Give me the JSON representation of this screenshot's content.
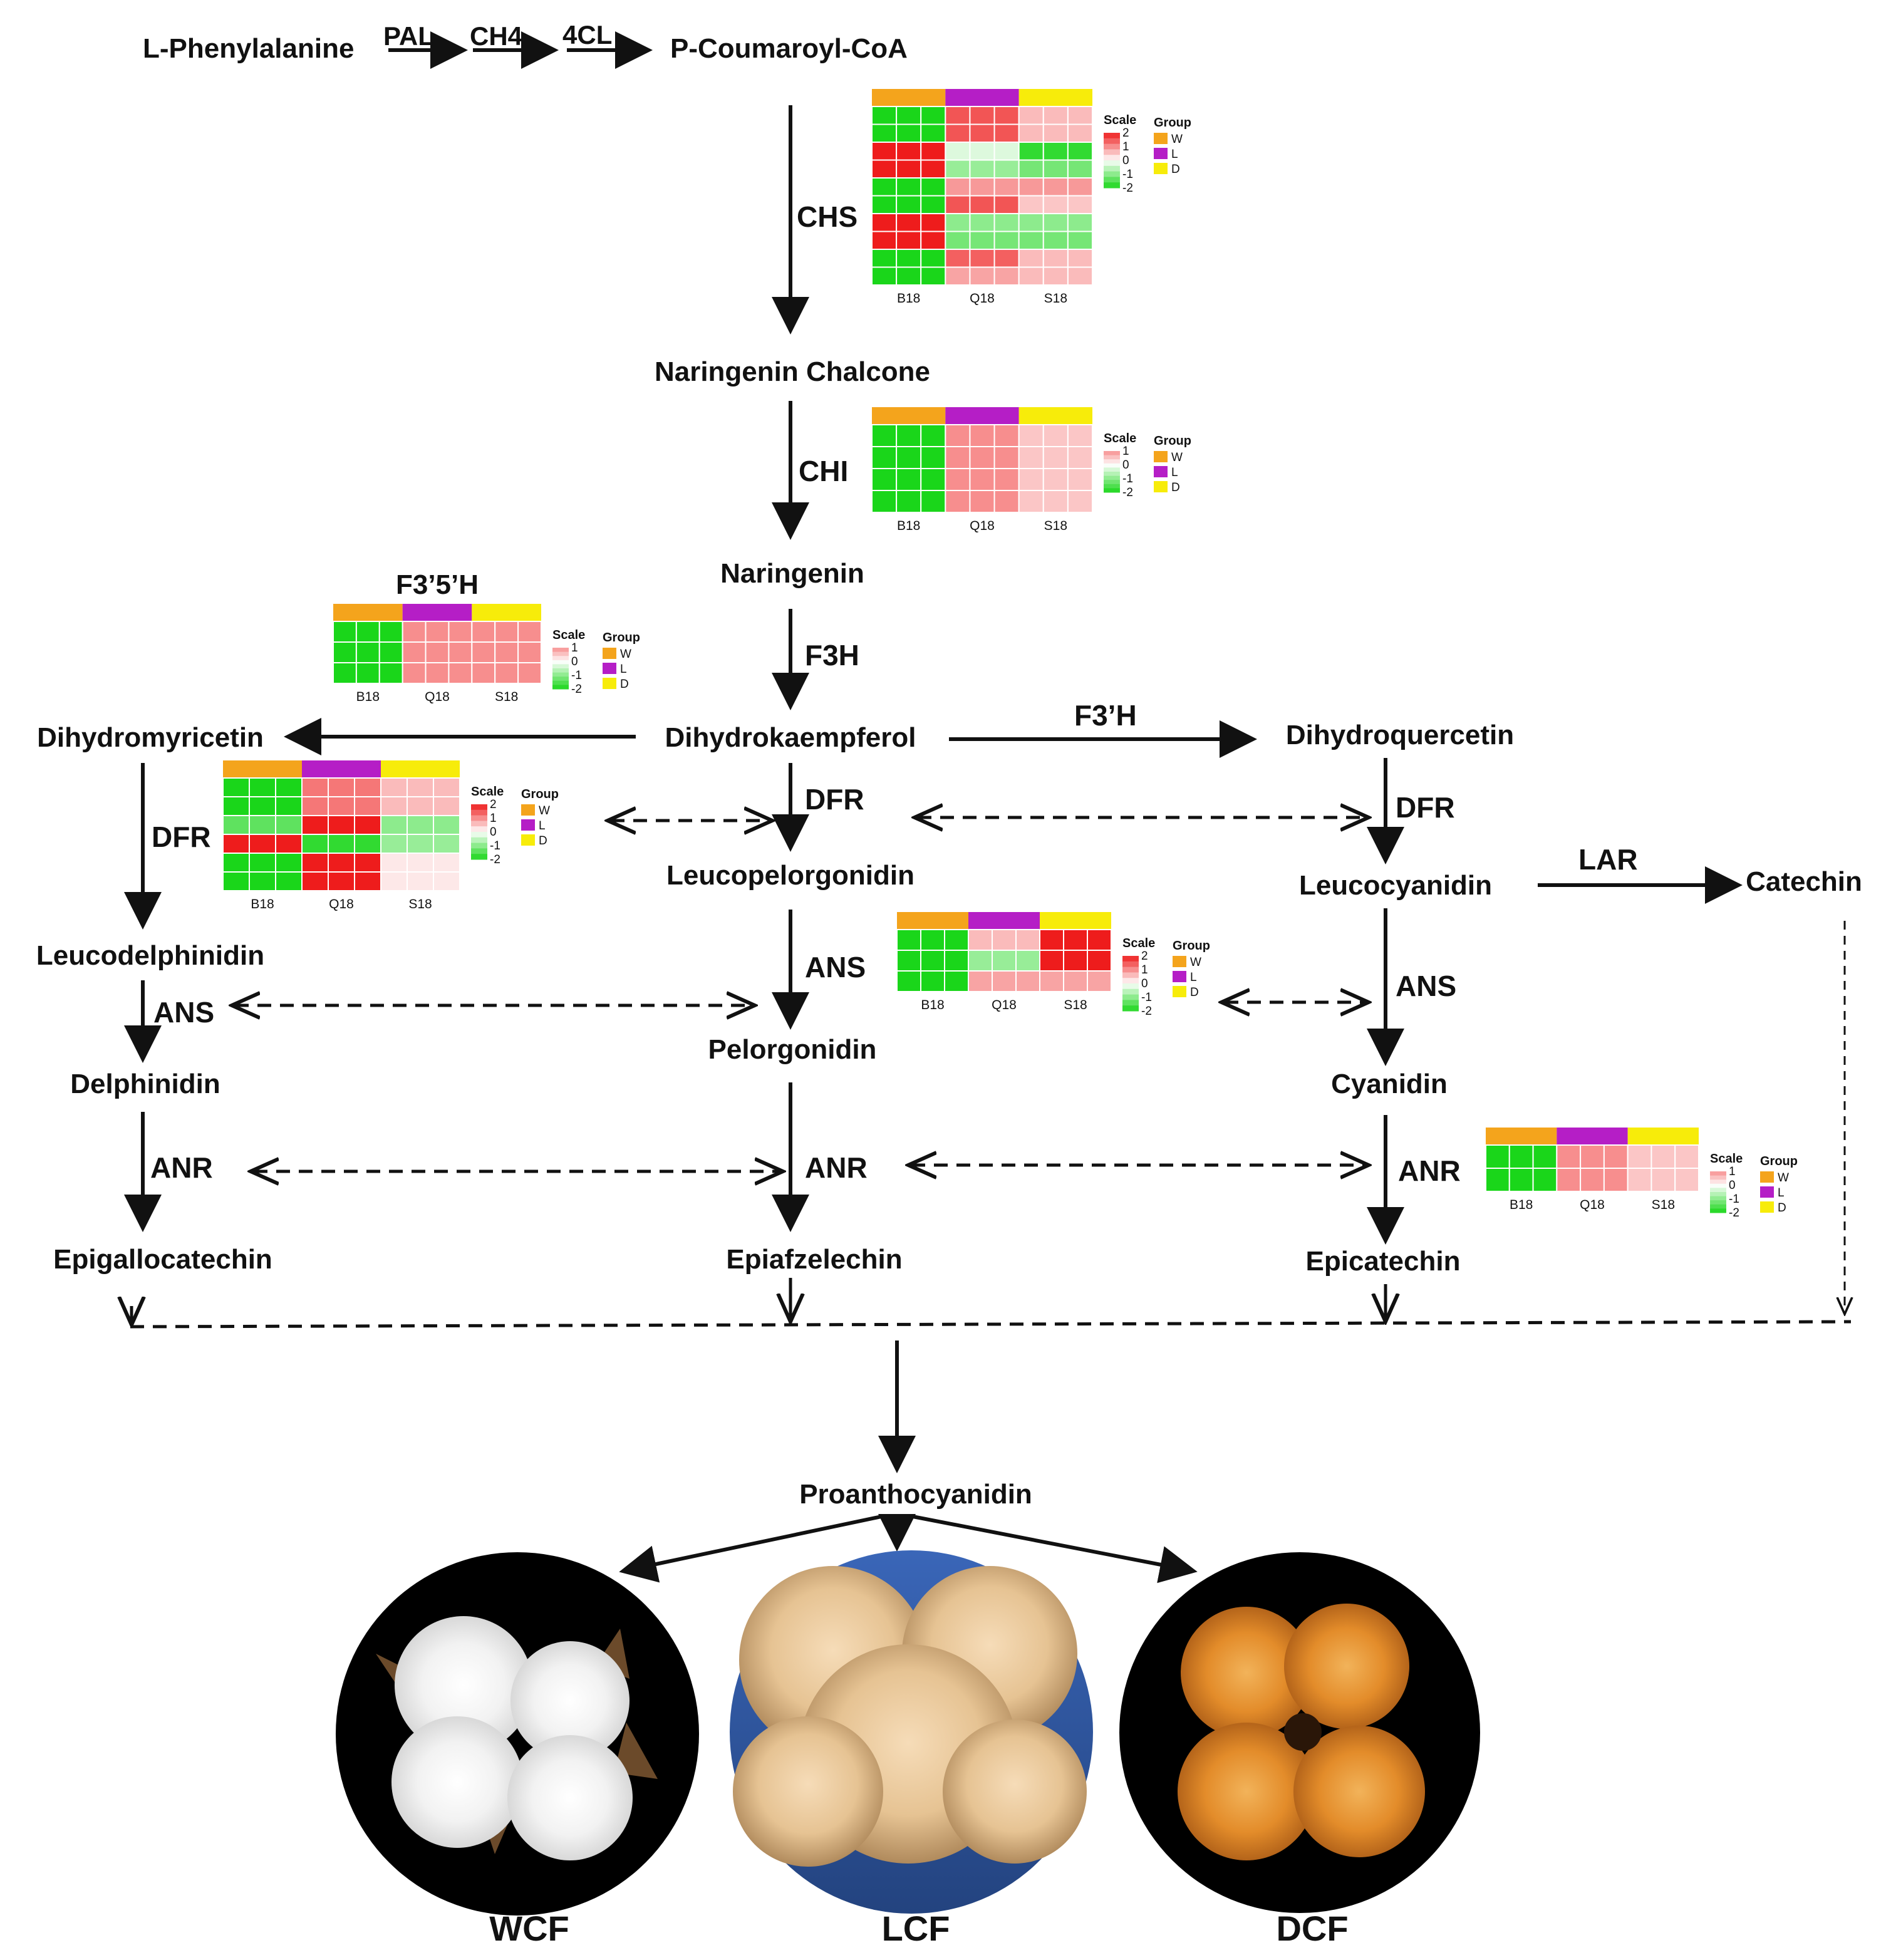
{
  "group_colors": {
    "W": "#f4a41c",
    "L": "#b51ec6",
    "D": "#f7ec0a"
  },
  "nodes": {
    "l_phenylalanine": "L-Phenylalanine",
    "p_coumaroyl": "P-Coumaroyl-CoA",
    "naringenin_chalcone": "Naringenin Chalcone",
    "naringenin": "Naringenin",
    "dihydrokaempferol": "Dihydrokaempferol",
    "dihydromyricetin": "Dihydromyricetin",
    "dihydroquercetin": "Dihydroquercetin",
    "leucopelorgonidin": "Leucopelorgonidin",
    "leucodelphinidin": "Leucodelphinidin",
    "leucocyanidin": "Leucocyanidin",
    "catechin": "Catechin",
    "pelorgonidin": "Pelorgonidin",
    "delphinidin": "Delphinidin",
    "cyanidin": "Cyanidin",
    "epigallocatechin": "Epigallocatechin",
    "epiafzelechin": "Epiafzelechin",
    "epicatechin": "Epicatechin",
    "proanthocyanidin": "Proanthocyanidin"
  },
  "enzymes": {
    "pal": "PAL",
    "ch4": "CH4",
    "cl4": "4CL",
    "chs": "CHS",
    "chi": "CHI",
    "f3h": "F3H",
    "f3prime_h": "F3’H",
    "dfr": "DFR",
    "ans": "ANS",
    "anr": "ANR",
    "lar": "LAR"
  },
  "fibers": {
    "wcf": "WCF",
    "lcf": "LCF",
    "dcf": "DCF"
  },
  "heatmap_labels": {
    "scale": "Scale",
    "group": "Group",
    "group_items": [
      "W",
      "L",
      "D"
    ],
    "samples": [
      "B18",
      "Q18",
      "S18"
    ]
  },
  "heatmaps": [
    {
      "id": "chs",
      "title": "",
      "scale_ticks": [
        "2",
        "1",
        "0",
        "-1",
        "-2"
      ],
      "values": [
        [
          -2,
          -2,
          -2,
          1.5,
          1.5,
          1.5,
          0.6,
          0.6,
          0.6
        ],
        [
          -2,
          -2,
          -2,
          1.5,
          1.5,
          1.5,
          0.6,
          0.6,
          0.6
        ],
        [
          2,
          2,
          2,
          -0.3,
          -0.3,
          -0.3,
          -1.8,
          -1.8,
          -1.8
        ],
        [
          2,
          2,
          2,
          -0.9,
          -0.9,
          -0.9,
          -1.2,
          -1.2,
          -1.2
        ],
        [
          -2,
          -2,
          -2,
          0.9,
          0.9,
          0.9,
          0.9,
          0.9,
          0.9
        ],
        [
          -2,
          -2,
          -2,
          1.5,
          1.5,
          1.5,
          0.5,
          0.5,
          0.5
        ],
        [
          2,
          2,
          2,
          -1.0,
          -1.0,
          -1.0,
          -1.0,
          -1.0,
          -1.0
        ],
        [
          2,
          2,
          2,
          -1.2,
          -1.2,
          -1.2,
          -1.2,
          -1.2,
          -1.2
        ],
        [
          -2,
          -2,
          -2,
          1.4,
          1.4,
          1.4,
          0.6,
          0.6,
          0.6
        ],
        [
          -2,
          -2,
          -2,
          0.8,
          0.8,
          0.8,
          0.6,
          0.6,
          0.6
        ]
      ]
    },
    {
      "id": "chi",
      "title": "",
      "scale_ticks": [
        "1",
        "0",
        "-1",
        "-2"
      ],
      "values": [
        [
          -2,
          -2,
          -2,
          1,
          1,
          1,
          0.5,
          0.5,
          0.5
        ],
        [
          -2,
          -2,
          -2,
          1,
          1,
          1,
          0.5,
          0.5,
          0.5
        ],
        [
          -2,
          -2,
          -2,
          1,
          1,
          1,
          0.5,
          0.5,
          0.5
        ],
        [
          -2,
          -2,
          -2,
          1,
          1,
          1,
          0.5,
          0.5,
          0.5
        ]
      ]
    },
    {
      "id": "f3_5h",
      "title": "F3’5’H",
      "scale_ticks": [
        "1",
        "0",
        "-1",
        "-2"
      ],
      "values": [
        [
          -2,
          -2,
          -2,
          1,
          1,
          1,
          1,
          1,
          1
        ],
        [
          -2,
          -2,
          -2,
          1,
          1,
          1,
          1,
          1,
          1
        ],
        [
          -2,
          -2,
          -2,
          1,
          1,
          1,
          1,
          1,
          1
        ]
      ]
    },
    {
      "id": "dfr",
      "title": "",
      "scale_ticks": [
        "2",
        "1",
        "0",
        "-1",
        "-2"
      ],
      "values": [
        [
          -2,
          -2,
          -2,
          1.2,
          1.2,
          1.2,
          0.6,
          0.6,
          0.6
        ],
        [
          -2,
          -2,
          -2,
          1.2,
          1.2,
          1.2,
          0.6,
          0.6,
          0.6
        ],
        [
          -1.4,
          -1.4,
          -1.4,
          2,
          2,
          2,
          -1.0,
          -1.0,
          -1.0
        ],
        [
          2,
          2,
          2,
          -1.8,
          -1.8,
          -1.8,
          -0.9,
          -0.9,
          -0.9
        ],
        [
          -2,
          -2,
          -2,
          2,
          2,
          2,
          0.2,
          0.2,
          0.2
        ],
        [
          -2,
          -2,
          -2,
          2,
          2,
          2,
          0.2,
          0.2,
          0.2
        ]
      ]
    },
    {
      "id": "ans",
      "title": "",
      "scale_ticks": [
        "2",
        "1",
        "0",
        "-1",
        "-2"
      ],
      "values": [
        [
          -2,
          -2,
          -2,
          0.6,
          0.6,
          0.6,
          2,
          2,
          2
        ],
        [
          -2,
          -2,
          -2,
          -0.9,
          -0.9,
          -0.9,
          2,
          2,
          2
        ],
        [
          -2,
          -2,
          -2,
          0.8,
          0.8,
          0.8,
          0.8,
          0.8,
          0.8
        ]
      ]
    },
    {
      "id": "anr",
      "title": "",
      "scale_ticks": [
        "1",
        "0",
        "-1",
        "-2"
      ],
      "values": [
        [
          -2,
          -2,
          -2,
          1,
          1,
          1,
          0.5,
          0.5,
          0.5
        ],
        [
          -2,
          -2,
          -2,
          1,
          1,
          1,
          0.5,
          0.5,
          0.5
        ]
      ]
    }
  ]
}
